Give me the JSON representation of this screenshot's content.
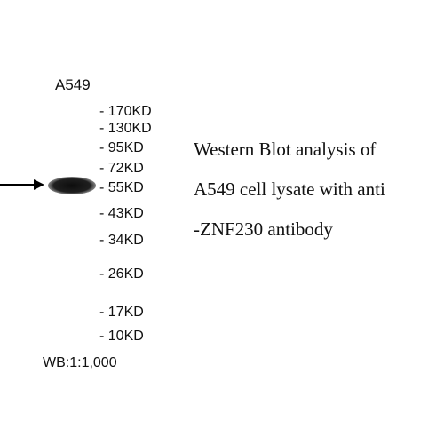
{
  "sample": {
    "lane_label": "A549"
  },
  "markers": [
    "- 170KD",
    "- 130KD",
    "- 95KD",
    "- 72KD",
    "- 55KD",
    "- 43KD",
    "- 34KD",
    "- 26KD",
    "- 17KD",
    "- 10KD"
  ],
  "caption": {
    "line1": "Western Blot analysis of",
    "line2": "A549 cell lysate with anti",
    "line3": "-ZNF230 antibody"
  },
  "dilution": "WB:1:1,000",
  "colors": {
    "band": "#1a1a1a",
    "arrow": "#000000",
    "text": "#111111"
  }
}
